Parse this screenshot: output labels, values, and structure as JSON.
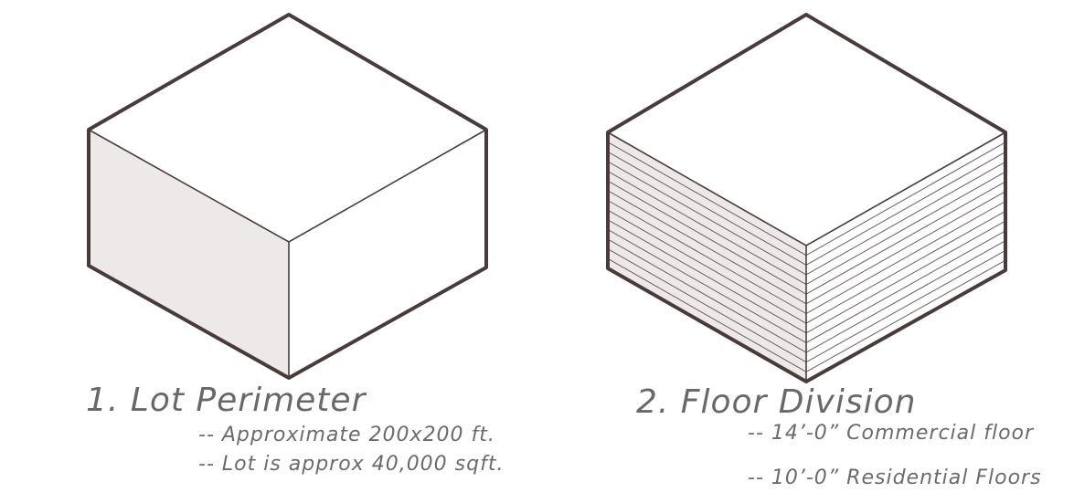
{
  "panels": [
    {
      "title": "1. Lot Perimeter",
      "notes": [
        "-- Approximate 200x200 ft.",
        "-- Lot is approx 40,000 sqft."
      ]
    },
    {
      "title": "2. Floor Division",
      "notes": [
        "-- 14’-0” Commercial floor",
        "-- 10’-0” Residential Floors"
      ]
    }
  ],
  "colors": {
    "outline": "#4a3b3b",
    "shaded_face": "#ede9e8",
    "light_face": "#ffffff",
    "text": "#6e6a6a"
  }
}
